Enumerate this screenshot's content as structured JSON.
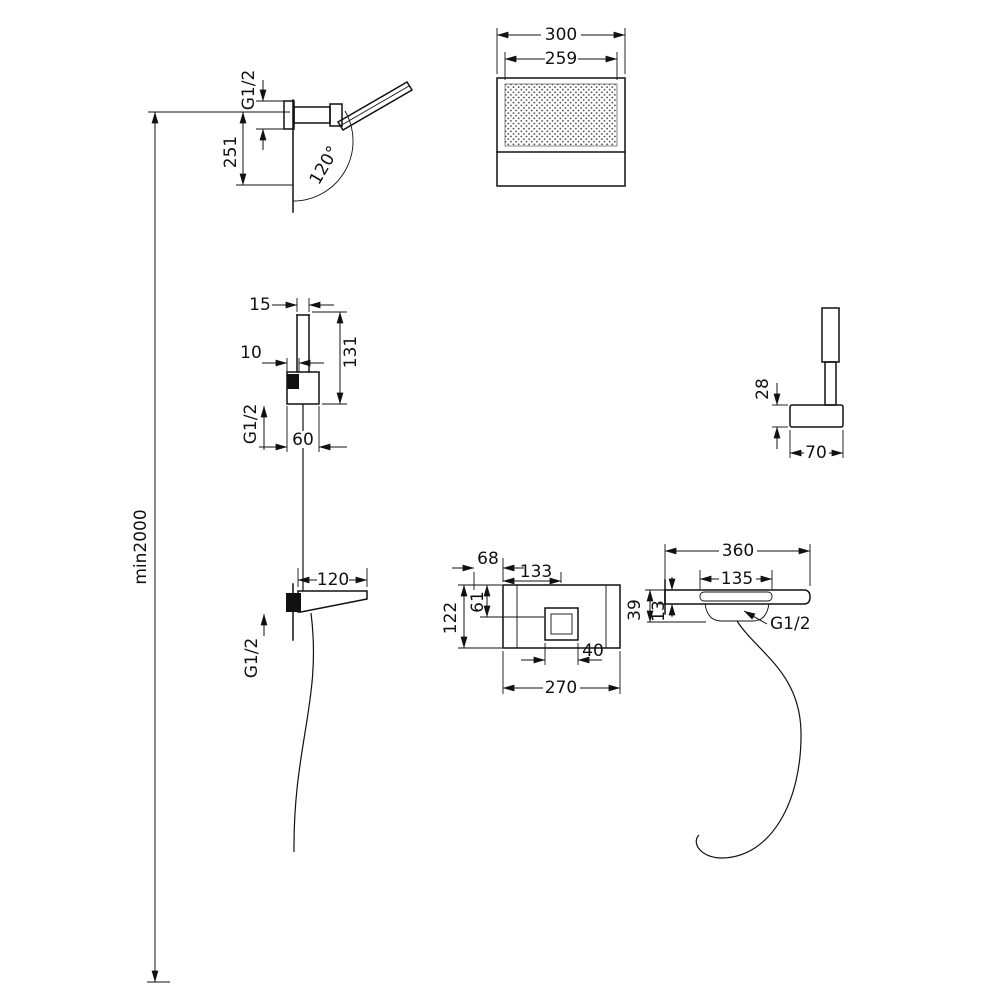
{
  "drawing": {
    "overall": {
      "min_height": "min2000"
    },
    "overhead_side": {
      "thread": "G1/2",
      "drop": "251",
      "angle": "120°"
    },
    "overhead_front": {
      "width": "300",
      "face_width": "259"
    },
    "wall_connection": {
      "pipe_width": "15",
      "length": "131",
      "square_size": "10",
      "thread": "G1/2",
      "escutcheon_width": "60"
    },
    "hand_shower": {
      "holder_height": "28",
      "holder_width": "70"
    },
    "spout": {
      "length": "120",
      "thread": "G1/2"
    },
    "mixer": {
      "edge_offset": "68",
      "center_offset": "133",
      "half_height": "61",
      "height": "122",
      "handle_width": "40",
      "width": "270"
    },
    "shelf": {
      "width": "360",
      "basin_width": "135",
      "depth": "39",
      "thickness": "13",
      "thread": "G1/2"
    }
  }
}
